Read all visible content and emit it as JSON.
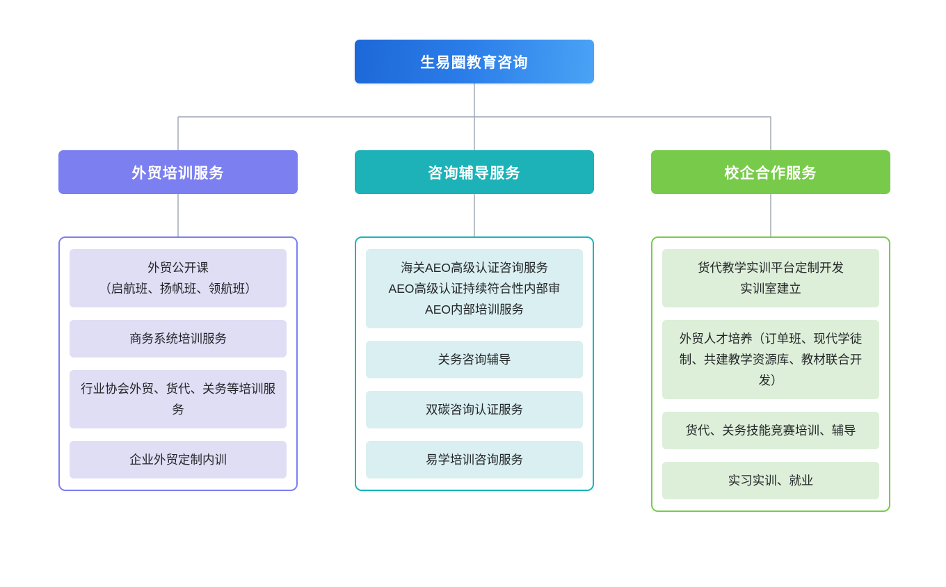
{
  "diagram": {
    "type": "org-chart",
    "root": {
      "label": "生易圈教育咨询",
      "color": "#2a7ce8",
      "text_color": "#ffffff"
    },
    "connector_color": "#9aa5b1",
    "branches": [
      {
        "label": "外贸培训服务",
        "color": "#7b7ff0",
        "leaf_color": "#e0def5",
        "items": [
          "外贸公开课\n（启航班、扬帆班、领航班）",
          "商务系统培训服务",
          "行业协会外贸、货代、关务等培训服务",
          "企业外贸定制内训"
        ]
      },
      {
        "label": "咨询辅导服务",
        "color": "#1cb2b8",
        "leaf_color": "#daeff1",
        "items": [
          "海关AEO高级认证咨询服务\nAEO高级认证持续符合性内部审\nAEO内部培训服务",
          "关务咨询辅导",
          "双碳咨询认证服务",
          "易学培训咨询服务"
        ]
      },
      {
        "label": "校企合作服务",
        "color": "#78cb4a",
        "leaf_color": "#ddefd9",
        "items": [
          "货代教学实训平台定制开发\n实训室建立",
          "外贸人才培养（订单班、现代学徒制、共建教学资源库、教材联合开发）",
          "货代、关务技能竞赛培训、辅导",
          "实习实训、就业"
        ]
      }
    ]
  }
}
